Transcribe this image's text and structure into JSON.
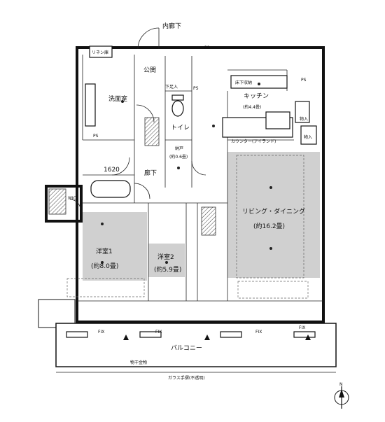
{
  "labels": {
    "corridor": "内廊下",
    "linen": "リネン庫",
    "entrance": "公関",
    "washroom": "洗面室",
    "kitchen": "キッチン",
    "kitchen_area": "(約4.4畳)",
    "toilet": "トイレ",
    "storage": "納戸",
    "storage_area": "(約0.6畳)",
    "bath": "1620",
    "hallway": "廊下",
    "wic": "WIC",
    "living": "リビング・ダイニング",
    "living_area": "(約16.2畳)",
    "room1": "洋室1",
    "room1_area": "(約8.0畳)",
    "room2": "洋室2",
    "room2_area": "(約5.9畳)",
    "balcony": "バルコニー",
    "counter": "カウンター(アイランド)",
    "fix1": "FIX",
    "fix2": "FIX",
    "fix3": "FIX",
    "fix4": "FIX",
    "ps1": "PS",
    "ps2": "PS",
    "ps3": "PS",
    "ps4": "PS",
    "pantry1": "物入",
    "pantry2": "物入",
    "shoes": "下足入",
    "floor_storage": "床下収納",
    "glass_rail": "ガラス手摺(不透明)",
    "handrail": "物干金物",
    "north": "N"
  },
  "colors": {
    "floor_fill": "#d0d0d0",
    "wall": "#111111",
    "background": "#ffffff"
  }
}
